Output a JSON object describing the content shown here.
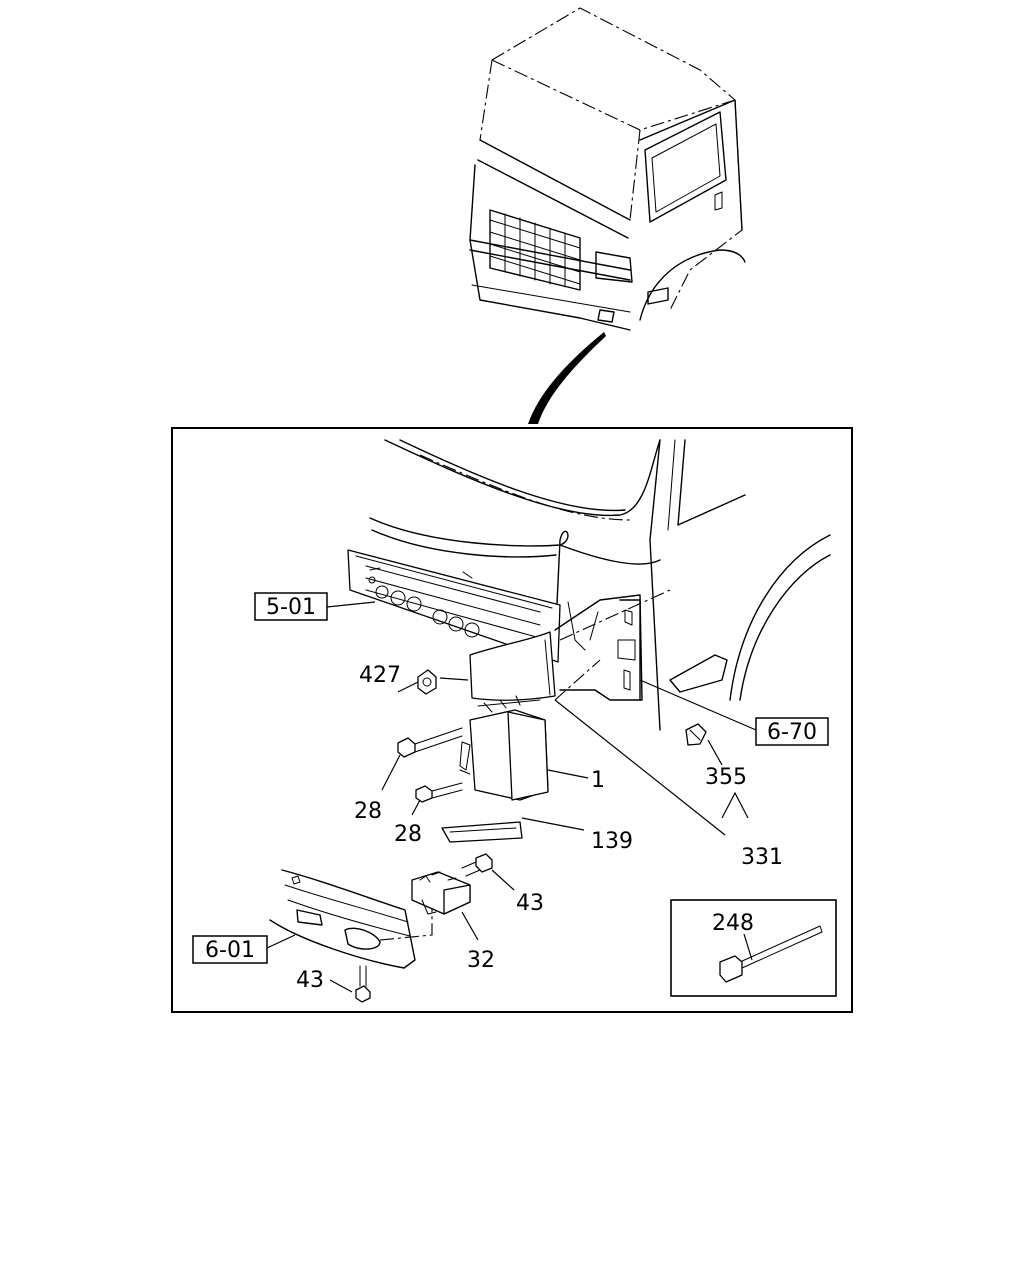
{
  "labels": {
    "p427": "427",
    "p28a": "28",
    "p28b": "28",
    "p1": "1",
    "p139": "139",
    "p355": "355",
    "p331": "331",
    "p43a": "43",
    "p43b": "43",
    "p32": "32",
    "p248": "248"
  },
  "refs": {
    "r501": "5-01",
    "r670": "6-70",
    "r601": "6-01"
  }
}
